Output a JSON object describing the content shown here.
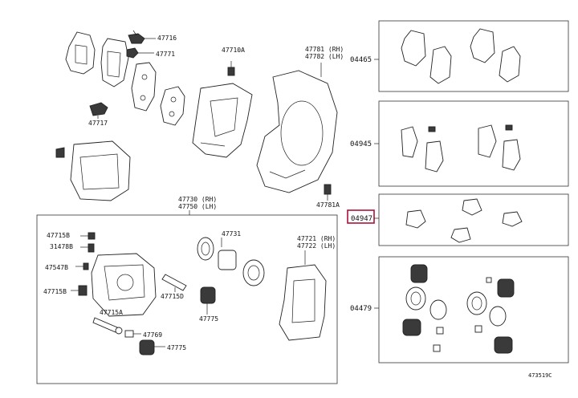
{
  "labels": {
    "l47716": "47716",
    "l47771": "47771",
    "l47717": "47717",
    "l47710A": "47710A",
    "l47781RH": "47781 (RH)",
    "l47782LH": "47782 (LH)",
    "l47781A": "47781A",
    "l47730RH": "47730 (RH)",
    "l47750LH": "47750 (LH)",
    "l47715B": "47715B",
    "l31478B": "31478B",
    "l47547B": "47547B",
    "l47715B2": "47715B",
    "l47715A": "47715A",
    "l47769": "47769",
    "l47775a": "47775",
    "l47731": "47731",
    "l47715D": "47715D",
    "l47775b": "47775",
    "l47721RH": "47721 (RH)",
    "l47722LH": "47722 (LH)",
    "k04465": "04465",
    "k04945": "04945",
    "k04947": "04947",
    "k04479": "04479",
    "code": "473519C"
  },
  "colors": {
    "highlight": "#b0113a",
    "ink": "#222222"
  }
}
